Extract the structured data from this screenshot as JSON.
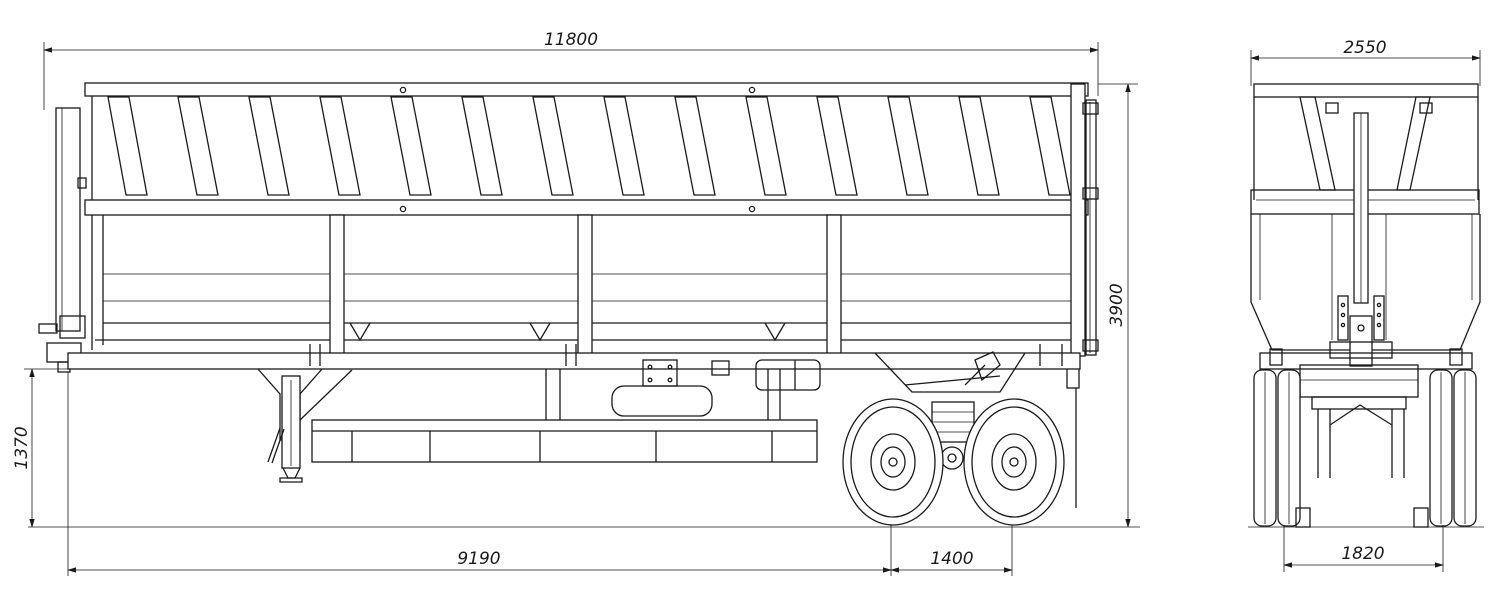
{
  "drawing": {
    "overall_length": "11800",
    "overall_height": "3900",
    "platform_height": "1370",
    "kingpin_to_axle": "9190",
    "axle_spacing": "1400",
    "overall_width": "2550",
    "track_width": "1820"
  }
}
